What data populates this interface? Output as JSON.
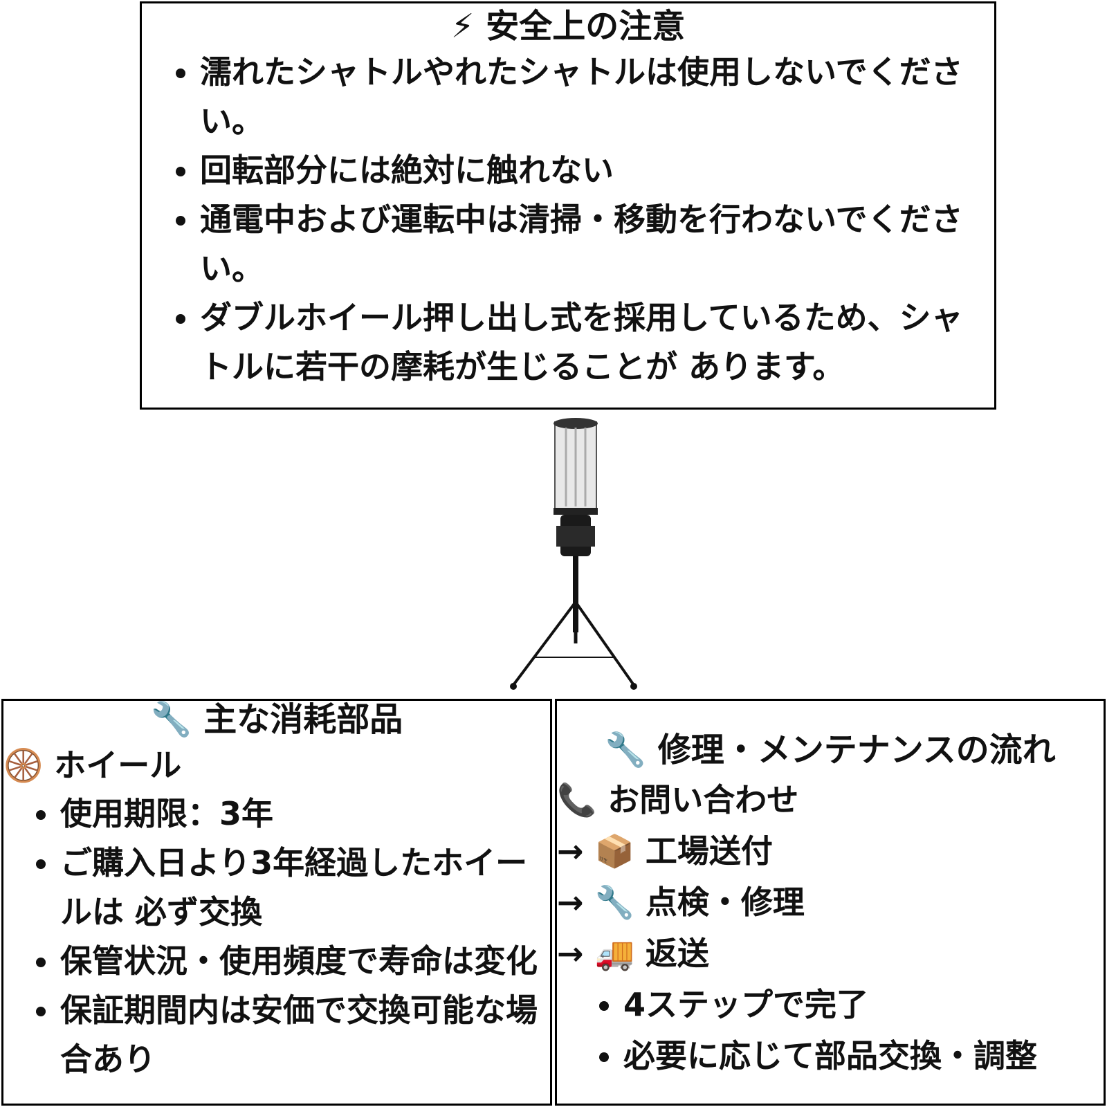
{
  "safety": {
    "icon": "lightning-icon",
    "title": "⚡ 安全上の注意",
    "items": [
      "濡れたシャトルやれたシャトルは使用しないでください。",
      "回転部分には絶対に触れない",
      "通電中および運転中は清掃・移動を行わないでください。",
      "ダブルホイール押し出し式を採用しているため、シャトルに若干の摩耗が生じることが あります。"
    ]
  },
  "parts": {
    "title": "🔧 主な消耗部品",
    "subtitle": "🛞 ホイール",
    "items": [
      "使用期限：3年",
      "ご購入日より3年経過したホイールは 必ず交換",
      "保管状況・使用頻度で寿命は変化",
      "保証期間内は安価で交換可能な場合あり"
    ]
  },
  "repair": {
    "title": "🔧 修理・メンテナンスの流れ",
    "steps": [
      "📞 お問い合わせ",
      "→ 📦 工場送付",
      "→ 🔧 点検・修理",
      "→ 🚚 返送"
    ],
    "items": [
      "4ステップで完了",
      "必要に応じて部品交換・調整"
    ]
  }
}
